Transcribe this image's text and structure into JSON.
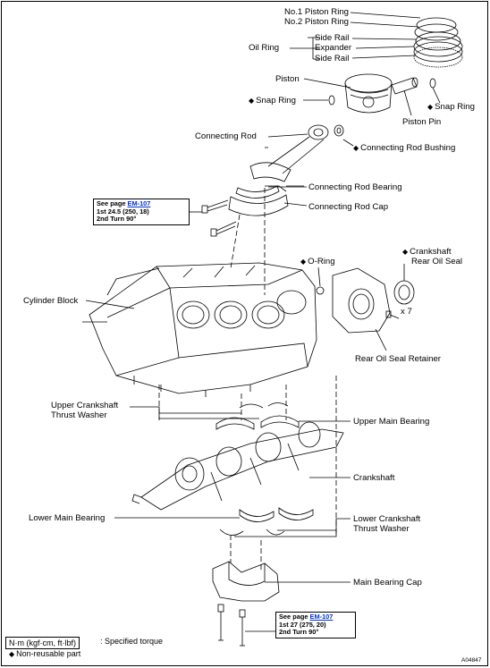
{
  "labels": {
    "no1_ring": "No.1 Piston Ring",
    "no2_ring": "No.2 Piston Ring",
    "side_rail_top": "Side Rail",
    "oil_ring": "Oil Ring",
    "expander": "Expander",
    "side_rail_bottom": "Side Rail",
    "piston": "Piston",
    "snap_ring_left": "Snap Ring",
    "snap_ring_right": "Snap Ring",
    "piston_pin": "Piston Pin",
    "connecting_rod": "Connecting Rod",
    "connecting_rod_bushing": "Connecting Rod Bushing",
    "connecting_rod_bearing": "Connecting Rod Bearing",
    "connecting_rod_cap": "Connecting Rod Cap",
    "o_ring": "O-Ring",
    "crankshaft_rear_oil_seal_1": "Crankshaft",
    "crankshaft_rear_oil_seal_2": "Rear Oil Seal",
    "x7": "x 7",
    "cylinder_block": "Cylinder Block",
    "rear_oil_seal_retainer": "Rear Oil Seal Retainer",
    "upper_thrust_washer_1": "Upper Crankshaft",
    "upper_thrust_washer_2": "Thrust Washer",
    "upper_main_bearing": "Upper Main Bearing",
    "crankshaft": "Crankshaft",
    "lower_main_bearing": "Lower Main Bearing",
    "lower_thrust_washer_1": "Lower Crankshaft",
    "lower_thrust_washer_2": "Thrust Washer",
    "main_bearing_cap": "Main Bearing Cap"
  },
  "torque_upper": {
    "see_page": "See page",
    "link": "EM-107",
    "first": "1st   24.5 (250, 18)",
    "second": "2nd Turn 90°"
  },
  "torque_lower": {
    "see_page": "See page",
    "link": "EM-107",
    "first": "1st   27 (275, 20)",
    "second": "2nd Turn 90°"
  },
  "legend": {
    "unit": "N·m (kgf·cm, ft·lbf)",
    "unit_desc": ": Specified torque",
    "nonreusable_mark": "◆",
    "nonreusable": "Non-reusable part"
  },
  "marker": "◆",
  "figure_id": "A04847",
  "colors": {
    "link": "#0033cc",
    "line": "#000000"
  }
}
